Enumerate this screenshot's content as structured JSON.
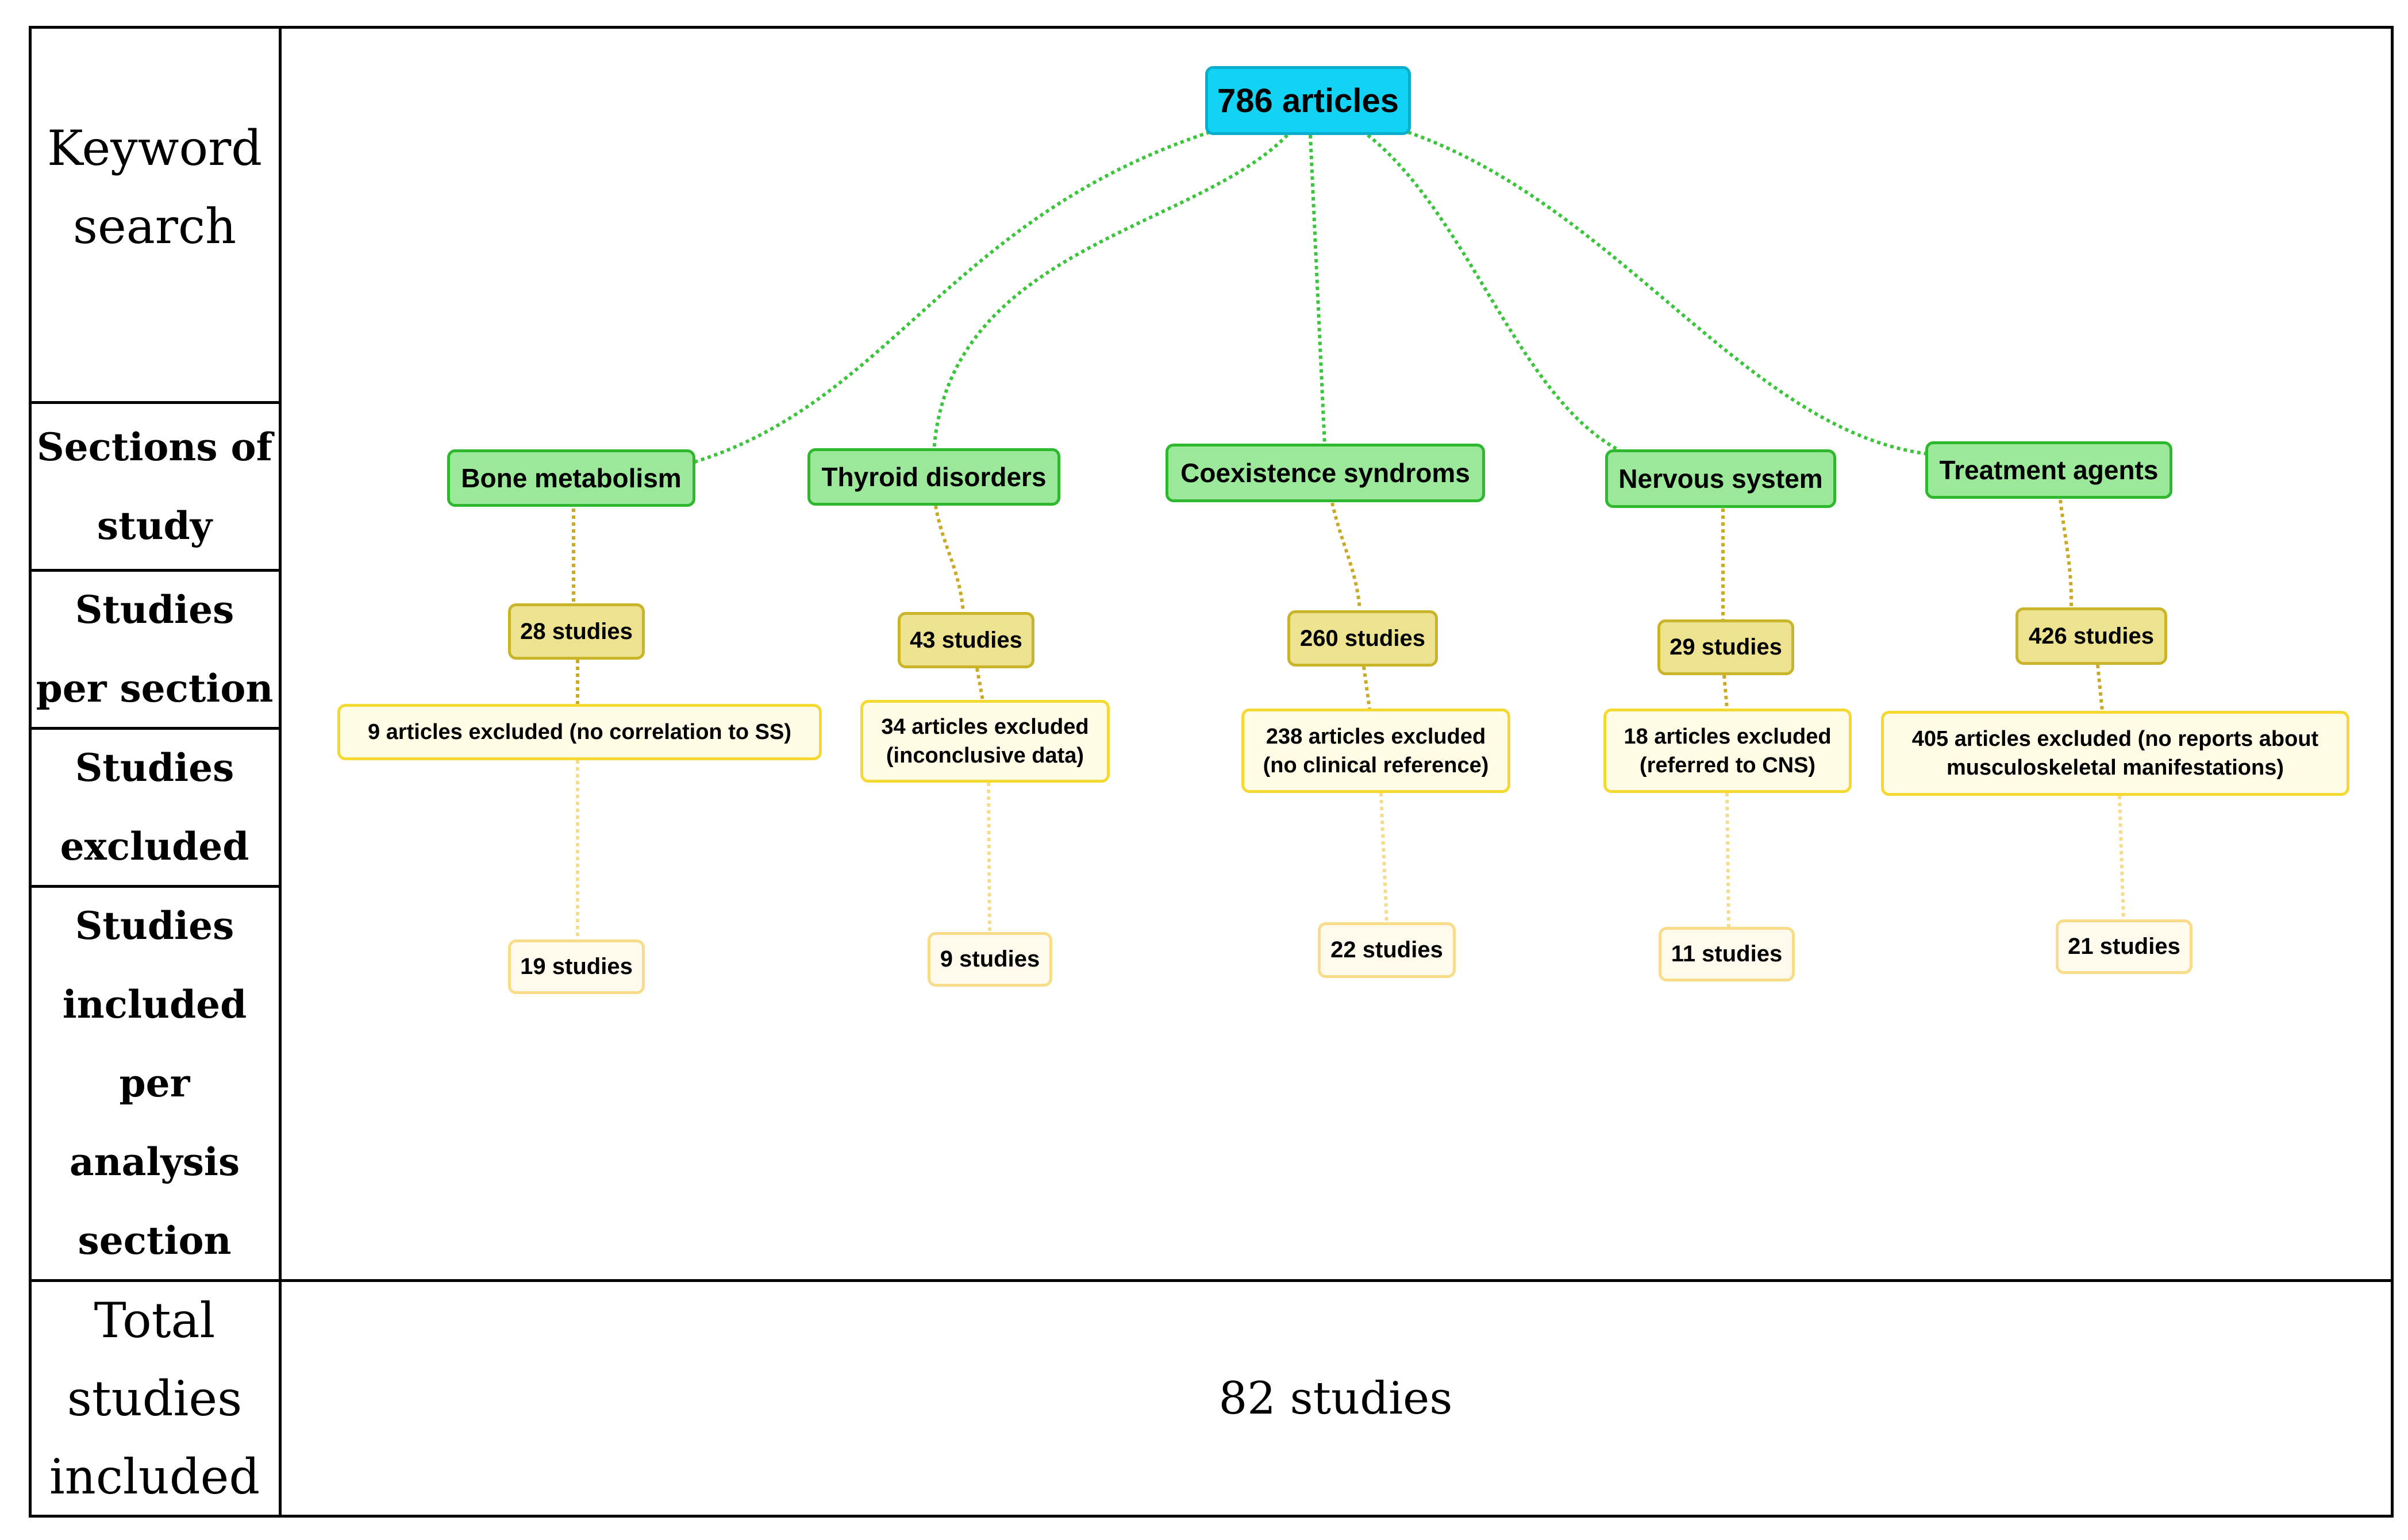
{
  "rows": {
    "keyword_search": [
      "Keyword",
      "search"
    ],
    "sections_of_study": [
      "Sections of",
      "study"
    ],
    "studies_per_section": [
      "Studies",
      "per section"
    ],
    "studies_excluded": [
      "Studies",
      "excluded"
    ],
    "studies_included_per_section": [
      "Studies",
      "included",
      "per",
      "analysis",
      "section"
    ],
    "total_studies_included": [
      "Total",
      "studies",
      "included"
    ]
  },
  "root": {
    "label": "786 articles"
  },
  "sections": [
    {
      "name": "Bone metabolism",
      "studies": "28 studies",
      "excluded": [
        "9 articles excluded (no correlation to SS)"
      ],
      "included": "19 studies"
    },
    {
      "name": "Thyroid disorders",
      "studies": "43 studies",
      "excluded": [
        "34 articles excluded",
        "(inconclusive data)"
      ],
      "included": "9 studies"
    },
    {
      "name": "Coexistence syndroms",
      "studies": "260 studies",
      "excluded": [
        "238 articles excluded",
        "(no clinical reference)"
      ],
      "included": "22 studies"
    },
    {
      "name": "Nervous system",
      "studies": "29 studies",
      "excluded": [
        "18 articles excluded",
        "(referred to CNS)"
      ],
      "included": "11 studies"
    },
    {
      "name": "Treatment agents",
      "studies": "426 studies",
      "excluded": [
        "405 articles excluded (no reports about",
        "musculoskeletal manifestations)"
      ],
      "included": "21 studies"
    }
  ],
  "total": "82 studies",
  "colors": {
    "root_fill": "#13d3f5",
    "section_fill": "#9be89b",
    "count_fill": "#ede28f",
    "excluded_fill": "#fffbe4",
    "included_fill": "#fffaeb",
    "root_link": "#3cc43c",
    "count_link": "#c9a928",
    "included_link": "#f3dc8c"
  }
}
